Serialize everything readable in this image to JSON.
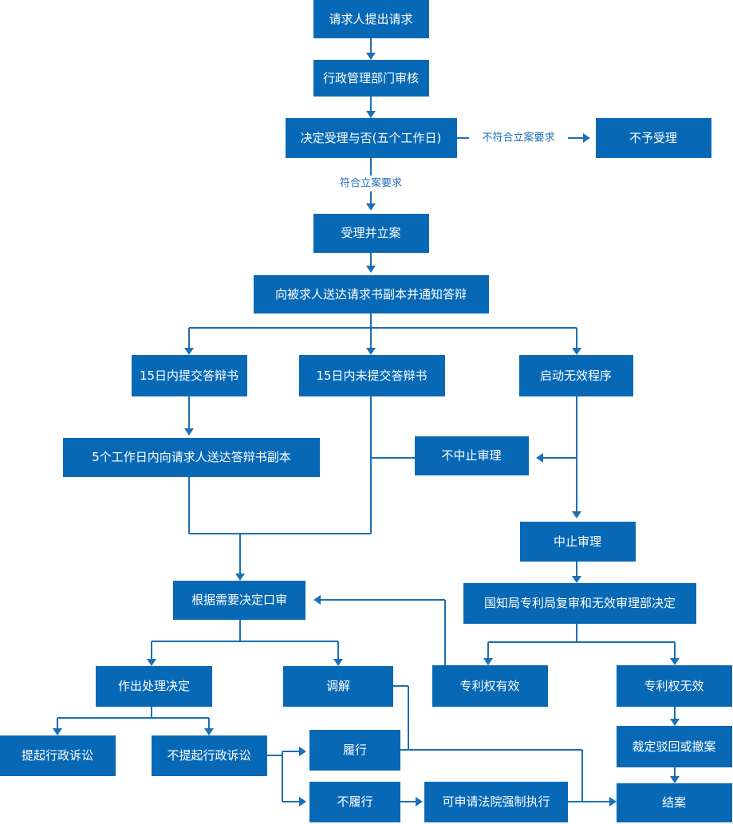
{
  "flowchart": {
    "nodes": {
      "request": "请求人提出请求",
      "admin_review": "行政管理部门审核",
      "decide_accept": "决定受理与否(五个工作日)",
      "reject": "不予受理",
      "accept_file": "受理并立案",
      "deliver_copy": "向被求人送达请求书副本并通知答辩",
      "submit_15": "15日内提交答辩书",
      "not_submit_15": "15日内未提交答辩书",
      "start_invalid": "启动无效程序",
      "deliver_5days": "5个工作日内向请求人送达答辩书副本",
      "no_suspend": "不中止审理",
      "suspend": "中止审理",
      "oral_hearing": "根据需要决定口审",
      "patent_office": "国知局专利局复审和无效审理部决定",
      "make_decision": "作出处理决定",
      "mediation": "调解",
      "patent_valid": "专利权有效",
      "patent_invalid": "专利权无效",
      "file_suit": "提起行政诉讼",
      "no_suit": "不提起行政诉讼",
      "perform": "履行",
      "ruling_reject": "裁定驳回或撤案",
      "not_perform": "不履行",
      "court_enforce": "可申请法院强制执行",
      "close_case": "结案"
    },
    "edge_labels": {
      "not_meet": "不符合立案要求",
      "meet": "符合立案要求"
    }
  }
}
